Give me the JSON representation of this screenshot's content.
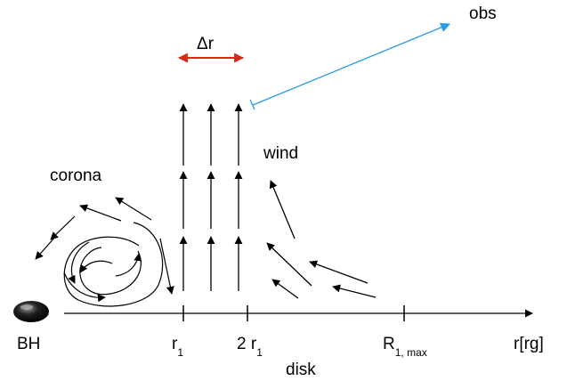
{
  "labels": {
    "obs": "obs",
    "delta_r": "Δr",
    "wind": "wind",
    "corona": "corona",
    "bh": "BH",
    "r": "r",
    "r_sub": "1",
    "two_r_prefix": "2 r",
    "two_r_sub": "1",
    "R": "R",
    "R_sub": "1, max",
    "axis": "r[rg]",
    "disk": "disk"
  },
  "colors": {
    "arrow": "#000000",
    "delta_r_arrow": "#d62a12",
    "observer_line": "#2a9be0",
    "black_hole": "#111111"
  }
}
